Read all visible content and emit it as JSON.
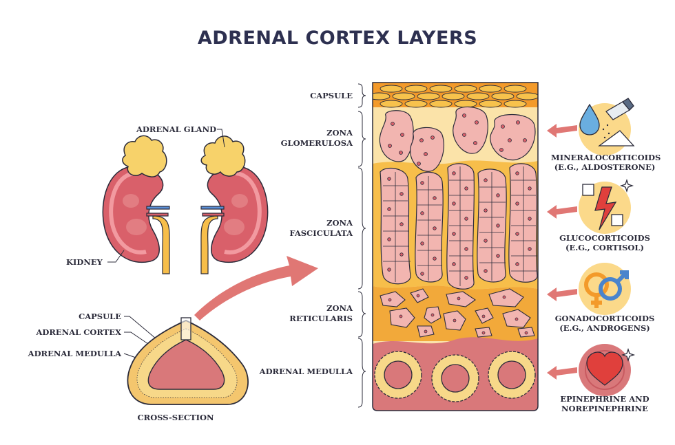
{
  "title": "ADRENAL CORTEX LAYERS",
  "left": {
    "adrenal_gland": "ADRENAL GLAND",
    "kidney": "KIDNEY",
    "capsule": "CAPSULE",
    "adrenal_cortex": "ADRENAL CORTEX",
    "adrenal_medulla": "ADRENAL MEDULLA",
    "cross_section": "CROSS-SECTION"
  },
  "layers": {
    "capsule": "CAPSULE",
    "zona_glomerulosa": [
      "ZONA",
      "GLOMERULOSA"
    ],
    "zona_fasciculata": [
      "ZONA",
      "FASCICULATA"
    ],
    "zona_reticularis": [
      "ZONA",
      "RETICULARIS"
    ],
    "adrenal_medulla": "ADRENAL MEDULLA"
  },
  "hormones": {
    "mineralocorticoids": [
      "MINERALOCORTICOIDS",
      "(E.G., ALDOSTERONE)"
    ],
    "glucocorticoids": [
      "GLUCOCORTICOIDS",
      "(E.G., CORTISOL)"
    ],
    "gonadocorticoids": [
      "GONADOCORTICOIDS",
      "(E.G., ANDROGENS)"
    ],
    "catecholamines": [
      "EPINEPHRINE AND",
      "NOREPINEPHRINE"
    ]
  },
  "colors": {
    "capsule": "#f39a2a",
    "glomerulosa": "#fbe3a9",
    "fasciculata": "#f7be4a",
    "reticularis": "#f2a93a",
    "medulla": "#d9787a",
    "cell": "#f2b5b0",
    "arrow": "#e07774",
    "icon_bg": "#fbd98a",
    "outline": "#2b2b3a"
  }
}
